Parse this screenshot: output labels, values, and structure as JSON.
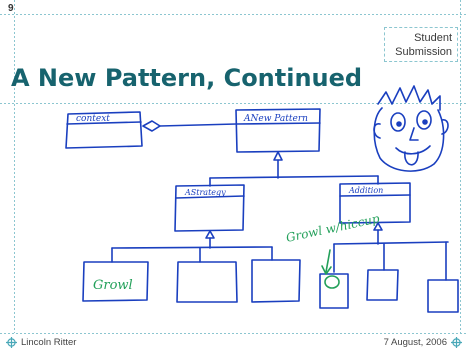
{
  "slide": {
    "number": "9",
    "submission_lines": [
      "Student",
      "Submission"
    ],
    "title": "A New Pattern, Continued",
    "footer_author": "Lincoln Ritter",
    "footer_date": "7 August, 2006"
  },
  "diagram": {
    "context_label": "context",
    "pattern_label": "ANew Pattern",
    "strategy_label": "AStrategy",
    "addition_label": "Addition",
    "growl_label": "Growl",
    "growl_hiccup_label": "Growl w/hiccup"
  },
  "colors": {
    "accent": "#8cc6d0",
    "title": "#17636e",
    "ink": "#1a3fbf",
    "green": "#23a05a"
  },
  "icons": {
    "footer_left_icon": "crosshair-icon",
    "footer_right_icon": "crosshair-icon"
  }
}
